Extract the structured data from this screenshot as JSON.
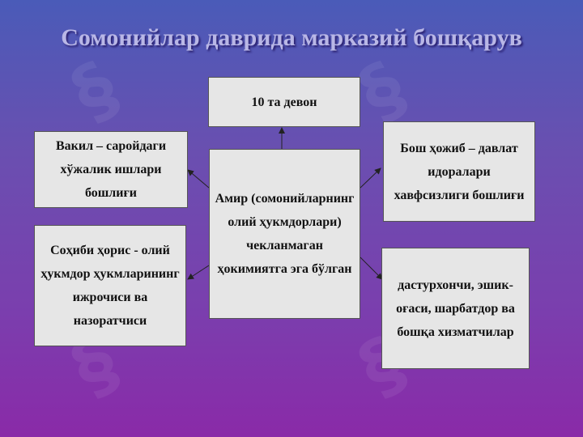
{
  "title": "Сомонийлар даврида марказий бошқарув",
  "boxes": {
    "devon": "10 та девон",
    "amir": "Амир (сомонийларнинг олий ҳукмдорлари) чекланмаган ҳокимиятга эга бўлган",
    "vakil": "Вакил – саройдаги хўжалик ишлари бошлиғи",
    "sohib": "Соҳиби ҳорис - олий ҳукмдор ҳукмларининг ижрочиси ва назоратчиси",
    "hojib": "Бош ҳожиб – давлат идоралари хавфсизлиги бошлиғи",
    "dastur": "дастурхончи, эшик-оғаси, шарбатдор ва бошқа хизматчилар"
  },
  "colors": {
    "box_bg": "#e6e6e6",
    "title": "#b9b7e6",
    "background_top": "#4a5bb8",
    "background_bottom": "#8a2aa8"
  }
}
